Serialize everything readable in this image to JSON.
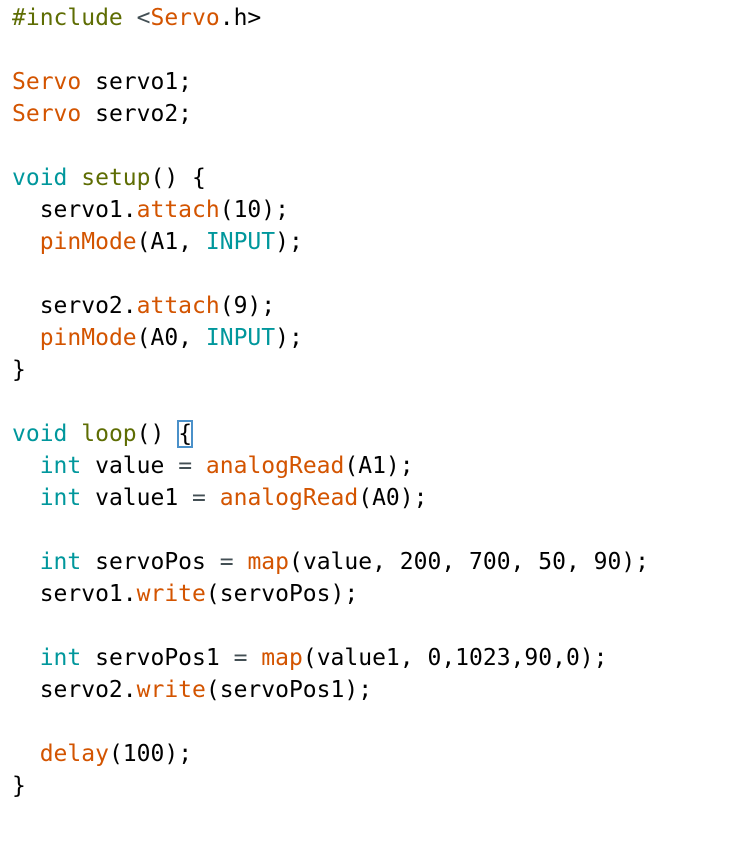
{
  "colors": {
    "default": "#000000",
    "keyword": "#00979c",
    "function": "#d35400",
    "type": "#d35400",
    "structure": "#5e6d03",
    "operator": "#434f54",
    "background": "#ffffff",
    "brace_highlight": "#4a90c9"
  },
  "code_lines": [
    [
      {
        "t": "#include ",
        "k": "structure"
      },
      {
        "t": "<",
        "k": "operator"
      },
      {
        "t": "Servo",
        "k": "type"
      },
      {
        "t": ".h>",
        "k": "default"
      }
    ],
    [],
    [
      {
        "t": "Servo",
        "k": "type"
      },
      {
        "t": " servo1;",
        "k": "default"
      }
    ],
    [
      {
        "t": "Servo",
        "k": "type"
      },
      {
        "t": " servo2;",
        "k": "default"
      }
    ],
    [],
    [
      {
        "t": "void",
        "k": "keyword"
      },
      {
        "t": " ",
        "k": "default"
      },
      {
        "t": "setup",
        "k": "structure"
      },
      {
        "t": "() {",
        "k": "default"
      }
    ],
    [
      {
        "t": "  servo1.",
        "k": "default"
      },
      {
        "t": "attach",
        "k": "function"
      },
      {
        "t": "(10);",
        "k": "default"
      }
    ],
    [
      {
        "t": "  ",
        "k": "default"
      },
      {
        "t": "pinMode",
        "k": "function"
      },
      {
        "t": "(A1, ",
        "k": "default"
      },
      {
        "t": "INPUT",
        "k": "keyword"
      },
      {
        "t": ");",
        "k": "default"
      }
    ],
    [],
    [
      {
        "t": "  servo2.",
        "k": "default"
      },
      {
        "t": "attach",
        "k": "function"
      },
      {
        "t": "(9);",
        "k": "default"
      }
    ],
    [
      {
        "t": "  ",
        "k": "default"
      },
      {
        "t": "pinMode",
        "k": "function"
      },
      {
        "t": "(A0, ",
        "k": "default"
      },
      {
        "t": "INPUT",
        "k": "keyword"
      },
      {
        "t": ");",
        "k": "default"
      }
    ],
    [
      {
        "t": "}",
        "k": "default"
      }
    ],
    [],
    [
      {
        "t": "void",
        "k": "keyword"
      },
      {
        "t": " ",
        "k": "default"
      },
      {
        "t": "loop",
        "k": "structure"
      },
      {
        "t": "() ",
        "k": "default"
      },
      {
        "t": "{",
        "k": "default",
        "hl": true
      }
    ],
    [
      {
        "t": "  ",
        "k": "default"
      },
      {
        "t": "int",
        "k": "keyword"
      },
      {
        "t": " value ",
        "k": "default"
      },
      {
        "t": "=",
        "k": "operator"
      },
      {
        "t": " ",
        "k": "default"
      },
      {
        "t": "analogRead",
        "k": "function"
      },
      {
        "t": "(A1);",
        "k": "default"
      }
    ],
    [
      {
        "t": "  ",
        "k": "default"
      },
      {
        "t": "int",
        "k": "keyword"
      },
      {
        "t": " value1 ",
        "k": "default"
      },
      {
        "t": "=",
        "k": "operator"
      },
      {
        "t": " ",
        "k": "default"
      },
      {
        "t": "analogRead",
        "k": "function"
      },
      {
        "t": "(A0);",
        "k": "default"
      }
    ],
    [],
    [
      {
        "t": "  ",
        "k": "default"
      },
      {
        "t": "int",
        "k": "keyword"
      },
      {
        "t": " servoPos ",
        "k": "default"
      },
      {
        "t": "=",
        "k": "operator"
      },
      {
        "t": " ",
        "k": "default"
      },
      {
        "t": "map",
        "k": "function"
      },
      {
        "t": "(value, 200, 700, 50, 90);",
        "k": "default"
      }
    ],
    [
      {
        "t": "  servo1.",
        "k": "default"
      },
      {
        "t": "write",
        "k": "function"
      },
      {
        "t": "(servoPos);",
        "k": "default"
      }
    ],
    [],
    [
      {
        "t": "  ",
        "k": "default"
      },
      {
        "t": "int",
        "k": "keyword"
      },
      {
        "t": " servoPos1 ",
        "k": "default"
      },
      {
        "t": "=",
        "k": "operator"
      },
      {
        "t": " ",
        "k": "default"
      },
      {
        "t": "map",
        "k": "function"
      },
      {
        "t": "(value1, 0,1023,90,0);",
        "k": "default"
      }
    ],
    [
      {
        "t": "  servo2.",
        "k": "default"
      },
      {
        "t": "write",
        "k": "function"
      },
      {
        "t": "(servoPos1);",
        "k": "default"
      }
    ],
    [],
    [
      {
        "t": "  ",
        "k": "default"
      },
      {
        "t": "delay",
        "k": "function"
      },
      {
        "t": "(100);",
        "k": "default"
      }
    ],
    [
      {
        "t": "}",
        "k": "default"
      }
    ]
  ]
}
